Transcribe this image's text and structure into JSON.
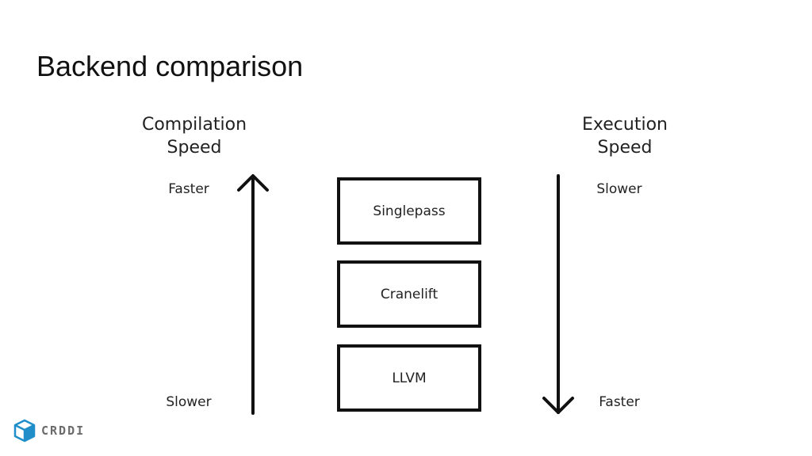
{
  "slide": {
    "title": "Backend comparison"
  },
  "left_axis": {
    "heading_line1": "Compilation",
    "heading_line2": "Speed",
    "top_label": "Faster",
    "bottom_label": "Slower"
  },
  "right_axis": {
    "heading_line1": "Execution",
    "heading_line2": "Speed",
    "top_label": "Slower",
    "bottom_label": "Faster"
  },
  "backends": [
    "Singlepass",
    "Cranelift",
    "LLVM"
  ],
  "logo": {
    "text": "CRDDI",
    "icon": "cube-icon",
    "color": "#1f8ec9"
  }
}
